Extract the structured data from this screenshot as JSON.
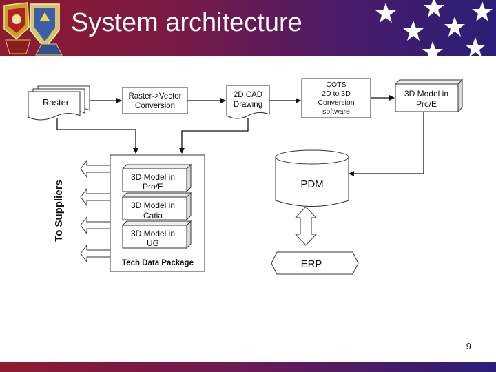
{
  "slide": {
    "title": "System architecture",
    "page_number": "9"
  },
  "diagram": {
    "raster": "Raster",
    "conversion": [
      "Raster->Vector",
      "Conversion"
    ],
    "cad_drawing": [
      "2D CAD",
      "Drawing"
    ],
    "cots": [
      "COTS",
      "2D to 3D",
      "Conversion",
      "software"
    ],
    "model_proe": [
      "3D Model in",
      "Pro/E"
    ],
    "side_label": "To Suppliers",
    "tdp_models": [
      [
        "3D Model in",
        "Pro/E"
      ],
      [
        "3D Model in",
        "Catia"
      ],
      [
        "3D Model in",
        "UG"
      ]
    ],
    "tdp_label": "Tech Data Package",
    "pdm": "PDM",
    "erp": "ERP"
  },
  "colors": {
    "header_start": "#8e1b2f",
    "header_end": "#2a1e78"
  }
}
